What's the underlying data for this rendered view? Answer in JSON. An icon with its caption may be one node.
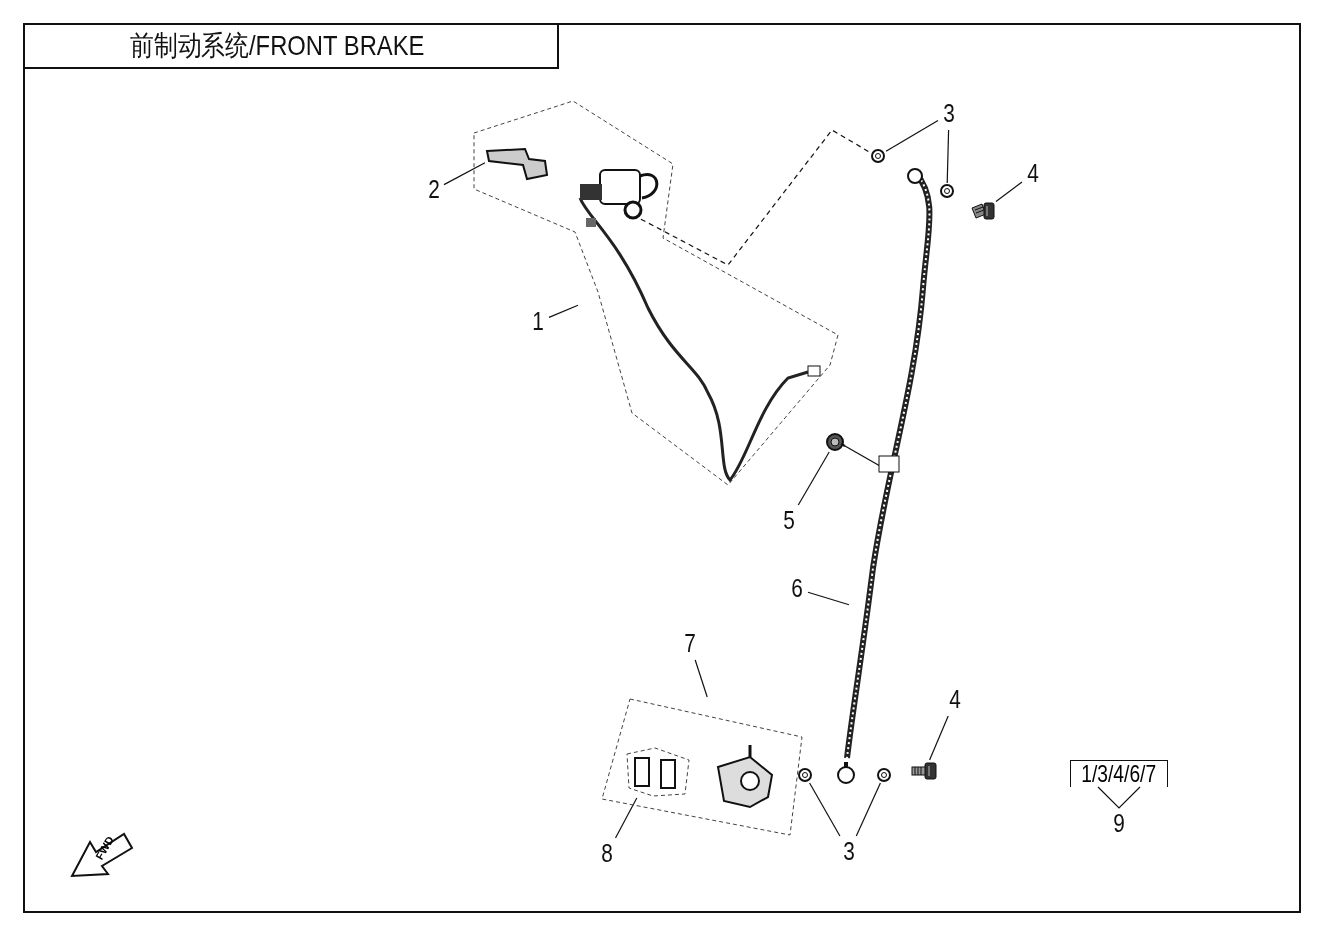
{
  "diagram": {
    "title": "前制动系统/FRONT BRAKE",
    "nodes": [
      {
        "text": [
          "1"
        ]
      },
      {
        "text": [],
        "shape": "picture"
      },
      {
        "text": [
          "2"
        ]
      },
      {
        "text": [],
        "shape": "picture"
      },
      {
        "text": [
          "3"
        ]
      },
      {
        "text": [],
        "shape": "picture"
      },
      {
        "text": [],
        "shape": "picture"
      },
      {
        "text": [
          "4"
        ]
      },
      {
        "text": [],
        "shape": "picture"
      },
      {
        "text": [
          "5"
        ]
      },
      {
        "text": [],
        "shape": "picture"
      },
      {
        "text": [
          "6"
        ]
      },
      {
        "text": [],
        "shape": "picture"
      },
      {
        "text": [
          "7"
        ]
      },
      {
        "text": [],
        "shape": "box"
      },
      {
        "text": [],
        "shape": "picture",
        "in": 14
      },
      {
        "text": [
          "8"
        ]
      },
      {
        "text": [
          "3"
        ]
      },
      {
        "text": [],
        "shape": "picture"
      },
      {
        "text": [],
        "shape": "picture"
      },
      {
        "text": [
          "4"
        ]
      },
      {
        "text": [],
        "shape": "picture"
      },
      {
        "text": [
          "1/3/4/6/7"
        ]
      },
      {
        "text": [
          "9"
        ]
      },
      {
        "text": [
          "FWD"
        ]
      }
    ],
    "edges": [
      {
        "from": 0,
        "to": 1,
        "arrow": "none"
      },
      {
        "from": 2,
        "to": 3,
        "arrow": "none"
      },
      {
        "from": 4,
        "to": 5,
        "arrow": "none"
      },
      {
        "from": 4,
        "to": 6,
        "arrow": "none"
      },
      {
        "from": 7,
        "to": 8,
        "arrow": "none"
      },
      {
        "from": 9,
        "to": 10,
        "arrow": "none"
      },
      {
        "from": 11,
        "to": 12,
        "arrow": "none"
      },
      {
        "from": 13,
        "to": 14,
        "arrow": "none"
      },
      {
        "from": 16,
        "to": 15,
        "arrow": "none"
      },
      {
        "from": 17,
        "to": 18,
        "arrow": "none"
      },
      {
        "from": 17,
        "to": 19,
        "arrow": "none"
      },
      {
        "from": 20,
        "to": 21,
        "arrow": "none"
      },
      {
        "from": 23,
        "to": 22,
        "arrow": "none"
      },
      {
        "from": 1,
        "to": 5,
        "arrow": "none",
        "style": "dashed"
      },
      {
        "from": 10,
        "to": 12,
        "arrow": "none"
      }
    ]
  }
}
